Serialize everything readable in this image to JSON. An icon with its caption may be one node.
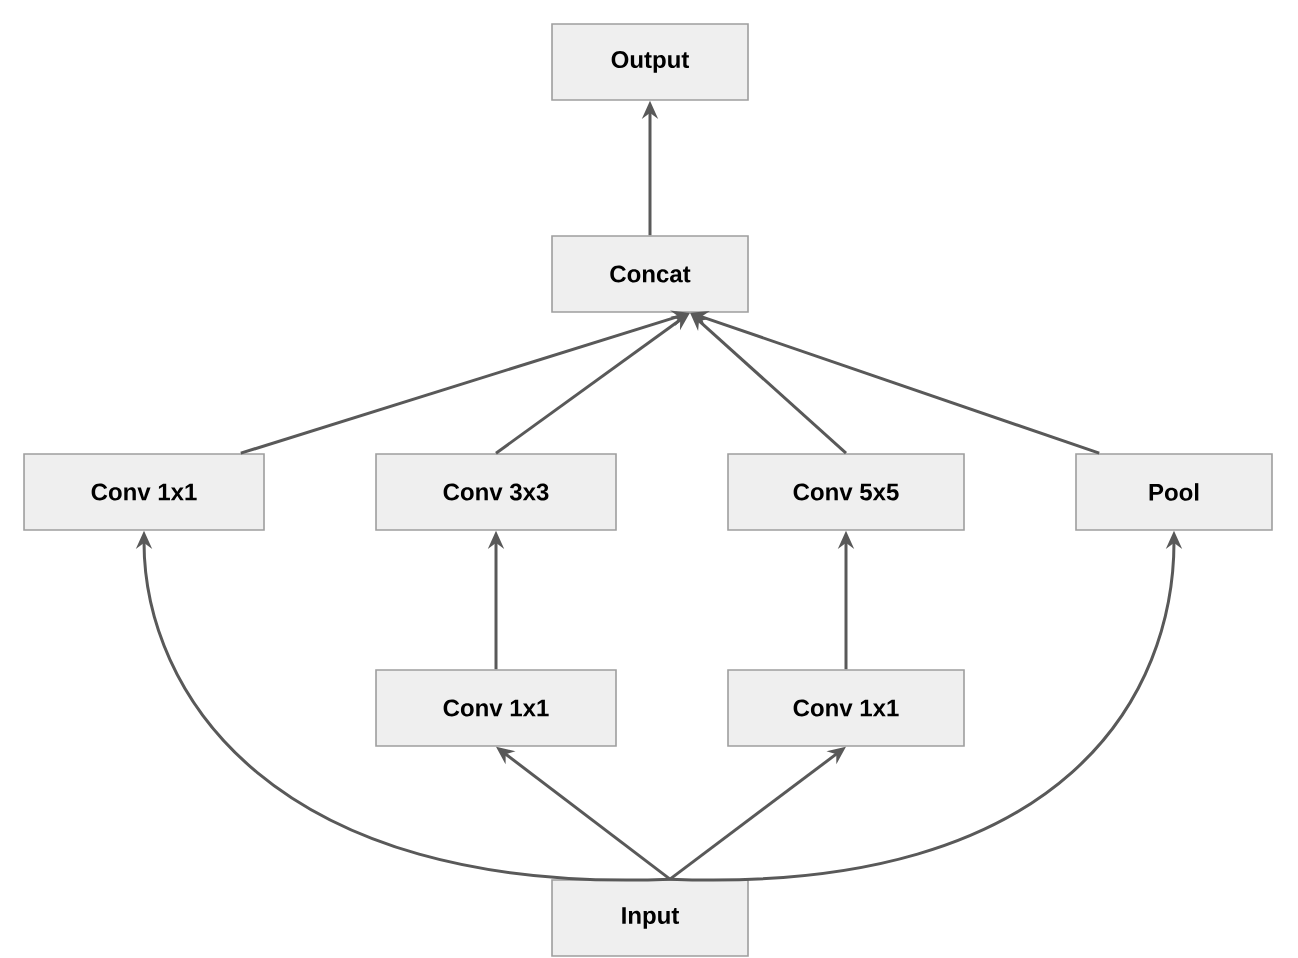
{
  "diagram": {
    "nodes": [
      {
        "text": [
          "Output"
        ]
      },
      {
        "text": [
          "Concat"
        ]
      },
      {
        "text": [
          "Conv 1x1"
        ]
      },
      {
        "text": [
          "Conv 3x3"
        ]
      },
      {
        "text": [
          "Conv 5x5"
        ]
      },
      {
        "text": [
          "Pool"
        ]
      },
      {
        "text": [
          "Conv 1x1"
        ]
      },
      {
        "text": [
          "Conv 1x1"
        ]
      },
      {
        "text": [
          "Input"
        ]
      }
    ],
    "edges": [
      {
        "from": 1,
        "to": 0,
        "arrow": "to"
      },
      {
        "from": 2,
        "to": 1,
        "arrow": "to"
      },
      {
        "from": 3,
        "to": 1,
        "arrow": "to"
      },
      {
        "from": 4,
        "to": 1,
        "arrow": "to"
      },
      {
        "from": 5,
        "to": 1,
        "arrow": "to"
      },
      {
        "from": 6,
        "to": 3,
        "arrow": "to"
      },
      {
        "from": 7,
        "to": 4,
        "arrow": "to"
      },
      {
        "from": 8,
        "to": 2,
        "arrow": "to"
      },
      {
        "from": 8,
        "to": 6,
        "arrow": "to"
      },
      {
        "from": 8,
        "to": 7,
        "arrow": "to"
      },
      {
        "from": 8,
        "to": 5,
        "arrow": "to"
      }
    ]
  }
}
